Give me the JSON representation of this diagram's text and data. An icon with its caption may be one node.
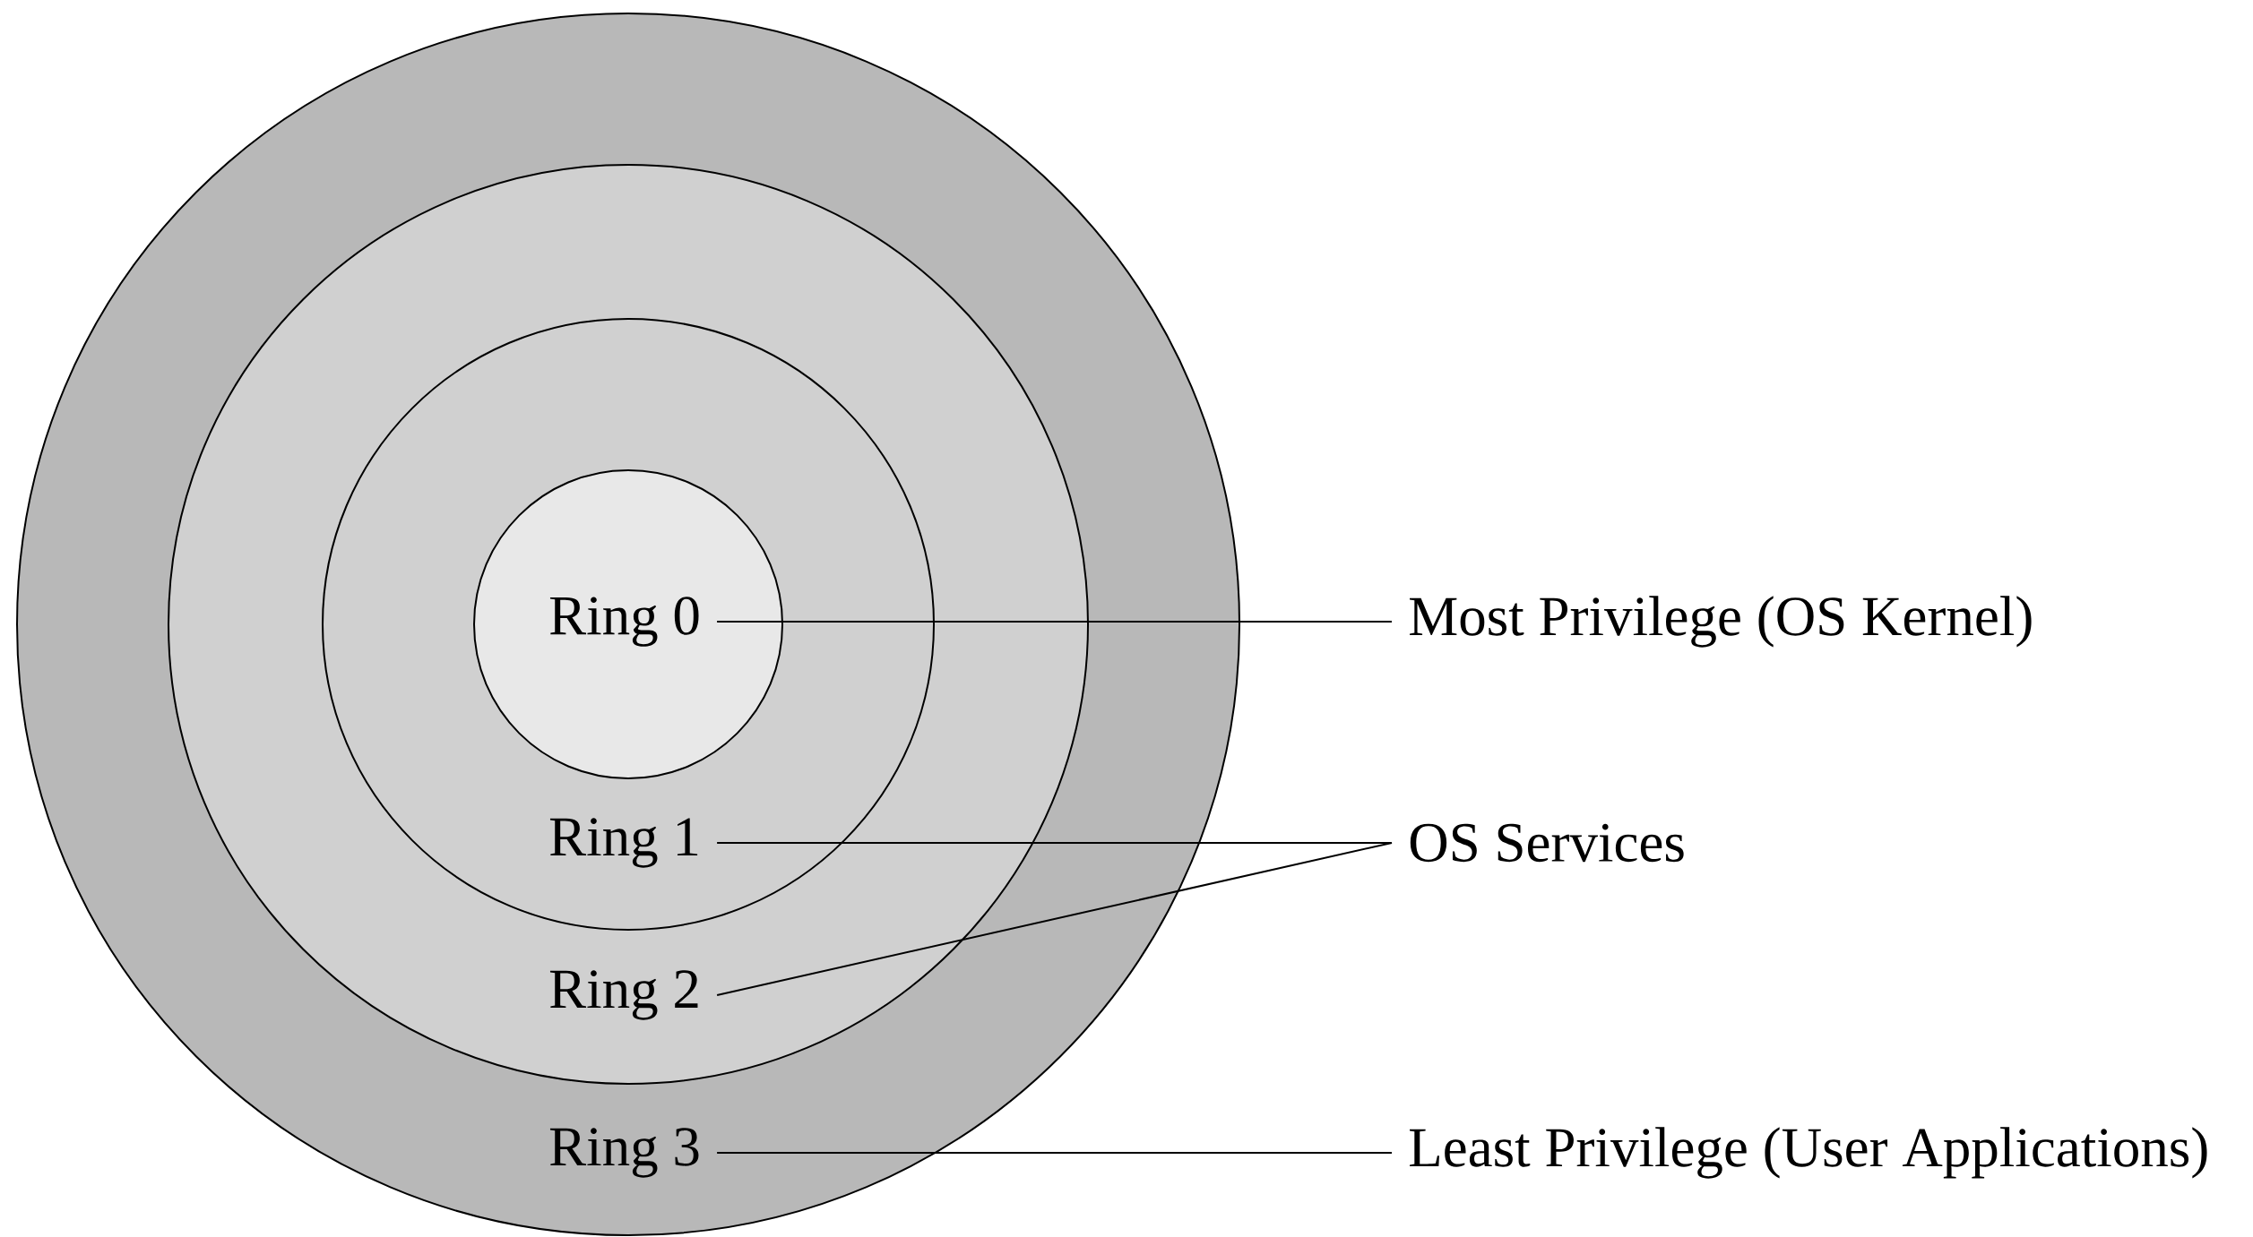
{
  "diagram": {
    "nodes": [
      {
        "text": [
          "Ring 3"
        ]
      },
      {
        "text": [
          "Ring 2"
        ],
        "in": 0
      },
      {
        "text": [
          "Ring 1"
        ],
        "in": 1
      },
      {
        "text": [
          "Ring 0"
        ],
        "in": 2
      },
      {
        "text": [
          "Most Privilege (OS Kernel)"
        ]
      },
      {
        "text": [
          "OS Services"
        ]
      },
      {
        "text": [
          "Least Privilege (User Applications)"
        ]
      }
    ],
    "edges": [
      {
        "from": 3,
        "to": 4,
        "arrow": "none"
      },
      {
        "from": 2,
        "to": 5,
        "arrow": "none"
      },
      {
        "from": 1,
        "to": 5,
        "arrow": "none"
      },
      {
        "from": 0,
        "to": 6,
        "arrow": "none"
      }
    ]
  }
}
